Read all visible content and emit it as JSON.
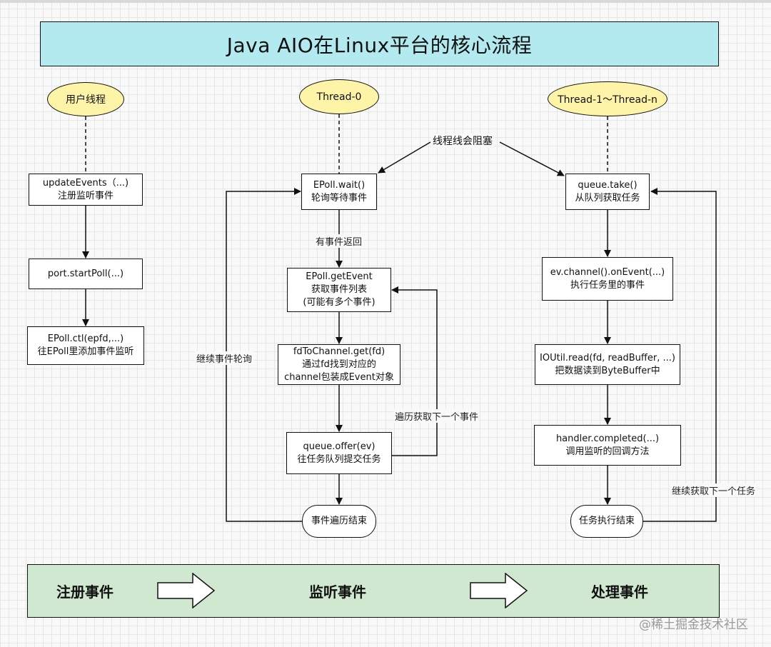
{
  "title": "Java AIO在Linux平台的核心流程",
  "lanes": {
    "user": "用户线程",
    "thread0": "Thread-0",
    "threadN": "Thread-1～Thread-n"
  },
  "user_steps": {
    "update_events_1": "updateEvents（...)",
    "update_events_2": "注册监听事件",
    "start_poll": "port.startPoll(...)",
    "epoll_ctl_1": "EPoll.ctl(epfd,...)",
    "epoll_ctl_2": "往EPoll里添加事件监听"
  },
  "thread0_steps": {
    "epoll_wait_1": "EPoll.wait()",
    "epoll_wait_2": "轮询等待事件",
    "get_event_1": "EPoll.getEvent",
    "get_event_2": "获取事件列表",
    "get_event_3": "(可能有多个事件)",
    "fd_to_channel_1": "fdToChannel.get(fd)",
    "fd_to_channel_2": "通过fd找到对应的",
    "fd_to_channel_3": "channel包装成Event对象",
    "queue_offer_1": "queue.offer(ev)",
    "queue_offer_2": "往任务队列提交任务",
    "end": "事件遍历结束"
  },
  "threadN_steps": {
    "take_1": "queue.take()",
    "take_2": "从队列获取任务",
    "on_event_1": "ev.channel().onEvent(...)",
    "on_event_2": "执行任务里的事件",
    "read_1": "IOUtil.read(fd, readBuffer, ...)",
    "read_2": "把数据读到ByteBuffer中",
    "completed_1": "handler.completed(...)",
    "completed_2": "调用监听的回调方法",
    "end": "任务执行结束"
  },
  "edge_labels": {
    "blocking": "线程线会阻塞",
    "has_events": "有事件返回",
    "next_event": "遍历获取下一个事件",
    "continue_poll": "继续事件轮询",
    "next_task": "继续获取下一个任务"
  },
  "stages": {
    "register": "注册事件",
    "listen": "监听事件",
    "handle": "处理事件"
  },
  "watermark": "@稀土掘金技术社区",
  "colors": {
    "title_bg": "#b3eaf0",
    "ellipse_bg": "#fdf4a8",
    "footer_bg": "#cfe8cf"
  }
}
